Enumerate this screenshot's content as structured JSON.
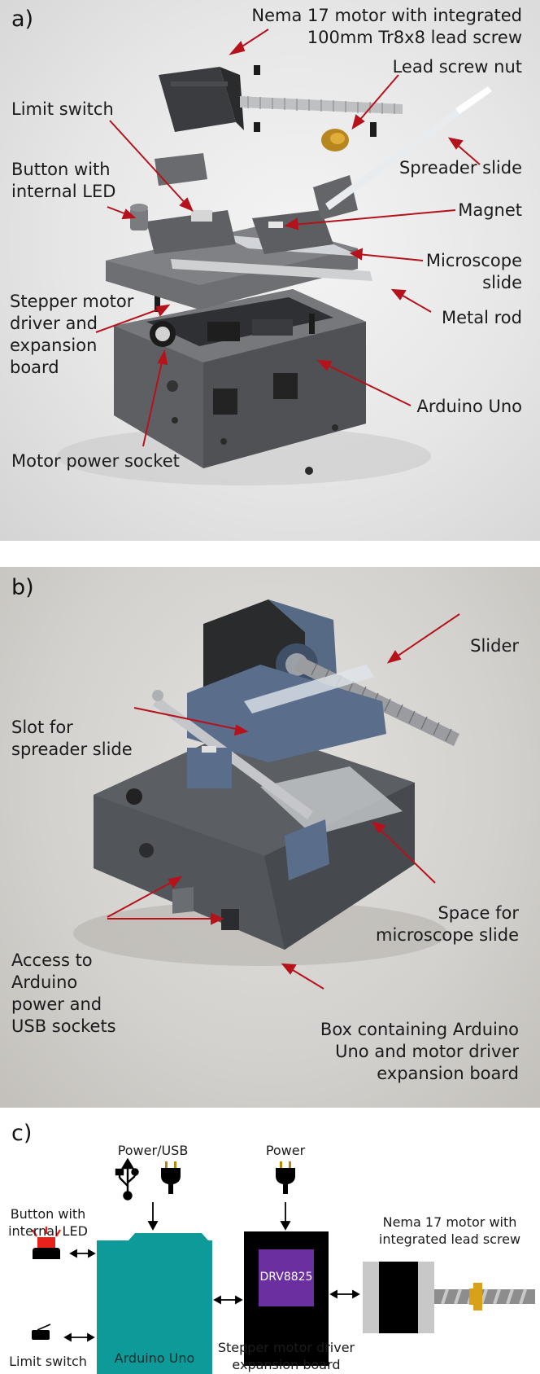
{
  "panel_a": {
    "label": "a)",
    "callouts": {
      "motor": "Nema 17 motor with integrated\n100mm Tr8x8 lead screw",
      "lead_screw_nut": "Lead screw nut",
      "limit_switch": "Limit switch",
      "spreader_slide": "Spreader slide",
      "button": "Button with\ninternal LED",
      "magnet": "Magnet",
      "microscope_slide": "Microscope\nslide",
      "stepper_driver": "Stepper motor\ndriver and\nexpansion\nboard",
      "metal_rod": "Metal rod",
      "arduino": "Arduino Uno",
      "power_socket": "Motor power socket"
    }
  },
  "panel_b": {
    "label": "b)",
    "callouts": {
      "slider": "Slider",
      "slot": "Slot for\nspreader slide",
      "space": "Space for\nmicroscope slide",
      "access": "Access to\nArduino\npower and\nUSB sockets",
      "box": "Box containing Arduino\nUno and motor driver\nexpansion board"
    }
  },
  "panel_c": {
    "label": "c)",
    "power_usb": "Power/USB",
    "power": "Power",
    "button": "Button with\ninternal LED",
    "limit_switch": "Limit switch",
    "arduino": "Arduino Uno",
    "driver_chip": "DRV8825",
    "driver_board": "Stepper motor driver\nexpansion board",
    "motor": "Nema 17 motor with\nintegrated lead screw",
    "colors": {
      "arduino": "#0f9a9a",
      "driver_board": "#000000",
      "driver_chip": "#6b2fa0",
      "led": "#e8211c",
      "nut": "#d9a019",
      "motor_body": "#c8c8c8",
      "arrow": "#b5121b"
    }
  }
}
